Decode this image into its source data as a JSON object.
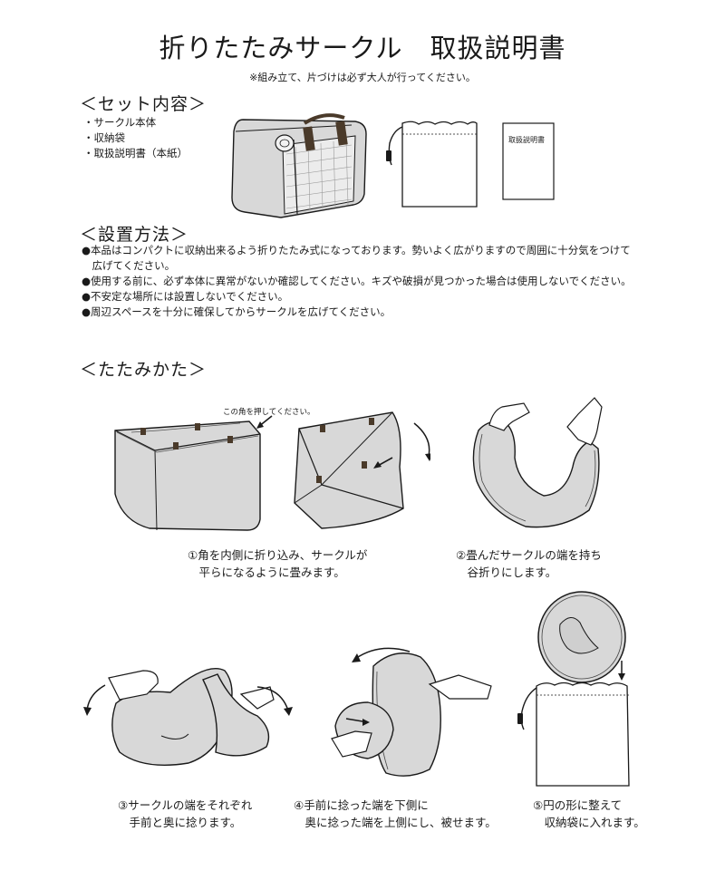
{
  "title": "折りたたみサークル　取扱説明書",
  "subtitle": "※組み立て、片づけは必ず大人が行ってください。",
  "set_contents": {
    "heading": "＜セット内容＞",
    "items": [
      "・サークル本体",
      "・収納袋",
      "・取扱説明書（本紙）"
    ],
    "manual_label": "取扱説明書"
  },
  "installation": {
    "heading": "＜設置方法＞",
    "items": [
      "●本品はコンパクトに収納出来るよう折りたたみ式になっております。勢いよく広がりますので周囲に十分気をつけて",
      "　広げてください。",
      "●使用する前に、必ず本体に異常がないか確認してください。キズや破損が見つかった場合は使用しないでください。",
      "●不安定な場所には設置しないでください。",
      "●周辺スペースを十分に確保してからサークルを広げてください。"
    ]
  },
  "folding": {
    "heading": "＜たたみかた＞",
    "note": "この角を押してください。",
    "steps": [
      {
        "line1": "①角を内側に折り込み、サークルが",
        "line2": "　平らになるように畳みます。"
      },
      {
        "line1": "②畳んだサークルの端を持ち",
        "line2": "　谷折りにします。"
      },
      {
        "line1": "③サークルの端をそれぞれ",
        "line2": "　手前と奥に捻ります。"
      },
      {
        "line1": "④手前に捻った端を下側に",
        "line2": "　奥に捻った端を上側にし、被せます。"
      },
      {
        "line1": "⑤円の形に整えて",
        "line2": "　収納袋に入れます。"
      }
    ]
  },
  "colors": {
    "fill": "#d8d8d8",
    "stroke": "#1a1a1a",
    "brown": "#4a3a2a"
  }
}
